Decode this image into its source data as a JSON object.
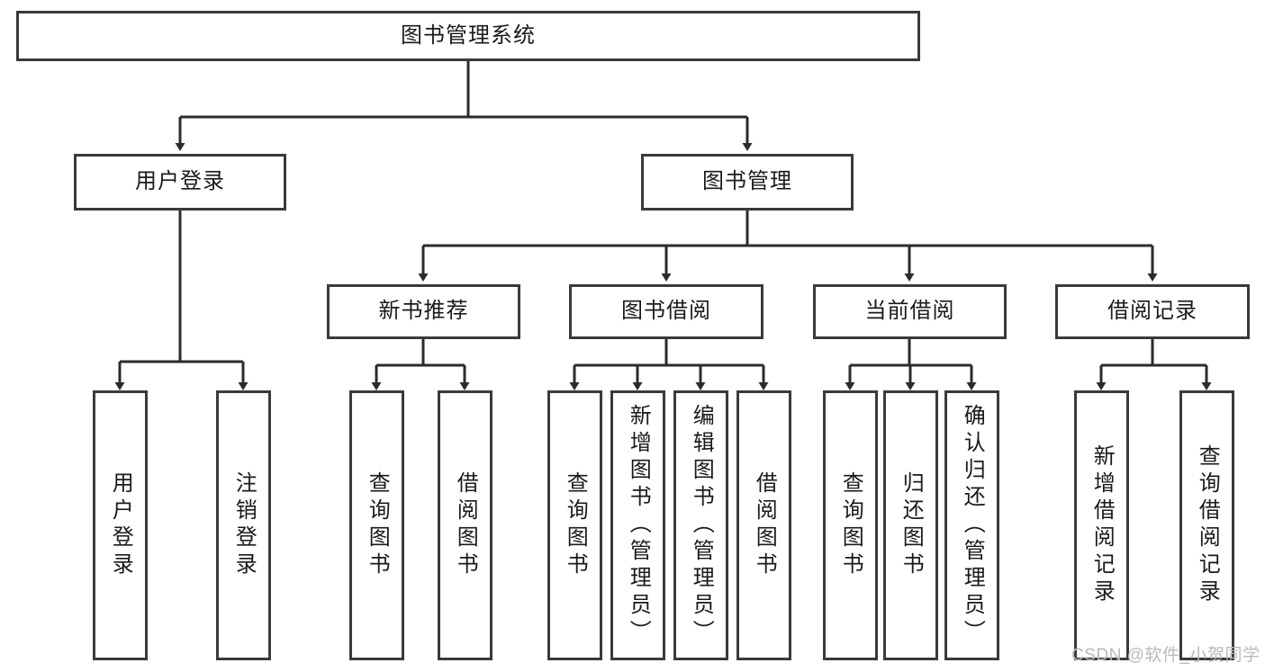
{
  "diagram": {
    "title": "图书管理系统",
    "type": "hierarchy-tree",
    "levels": 4,
    "colors": {
      "box_border": "#3a3a3a",
      "box_fill": "#ffffff",
      "edge": "#2b2b2b",
      "text": "#1a1a1a",
      "watermark": "#b9b9b9"
    },
    "nodes": {
      "root": {
        "label": "图书管理系统"
      },
      "level2": [
        {
          "id": "user-login",
          "label": "用户登录"
        },
        {
          "id": "book-management",
          "label": "图书管理"
        }
      ],
      "level3": [
        {
          "id": "new-book-recommend",
          "label": "新书推荐"
        },
        {
          "id": "book-borrow",
          "label": "图书借阅"
        },
        {
          "id": "current-borrow",
          "label": "当前借阅"
        },
        {
          "id": "borrow-record",
          "label": "借阅记录"
        }
      ],
      "leaves": {
        "user_login": [
          {
            "id": "leaf-user-login",
            "label": "用户登录"
          },
          {
            "id": "leaf-user-logout",
            "label": "注销登录"
          }
        ],
        "new_book_recommend": [
          {
            "id": "leaf-query-book-1",
            "label": "查询图书"
          },
          {
            "id": "leaf-borrow-book-1",
            "label": "借阅图书"
          }
        ],
        "book_borrow": [
          {
            "id": "leaf-query-book-2",
            "label": "查询图书"
          },
          {
            "id": "leaf-add-book",
            "label": "新增图书（管理员）"
          },
          {
            "id": "leaf-edit-book",
            "label": "编辑图书（管理员）"
          },
          {
            "id": "leaf-borrow-book-2",
            "label": "借阅图书"
          }
        ],
        "current_borrow": [
          {
            "id": "leaf-query-book-3",
            "label": "查询图书"
          },
          {
            "id": "leaf-return-book",
            "label": "归还图书"
          },
          {
            "id": "leaf-confirm-return",
            "label": "确认归还（管理员）"
          }
        ],
        "borrow_record": [
          {
            "id": "leaf-add-record",
            "label": "新增借阅记录"
          },
          {
            "id": "leaf-query-record",
            "label": "查询借阅记录"
          }
        ]
      }
    },
    "watermark": "CSDN @软件_小贺同学"
  }
}
